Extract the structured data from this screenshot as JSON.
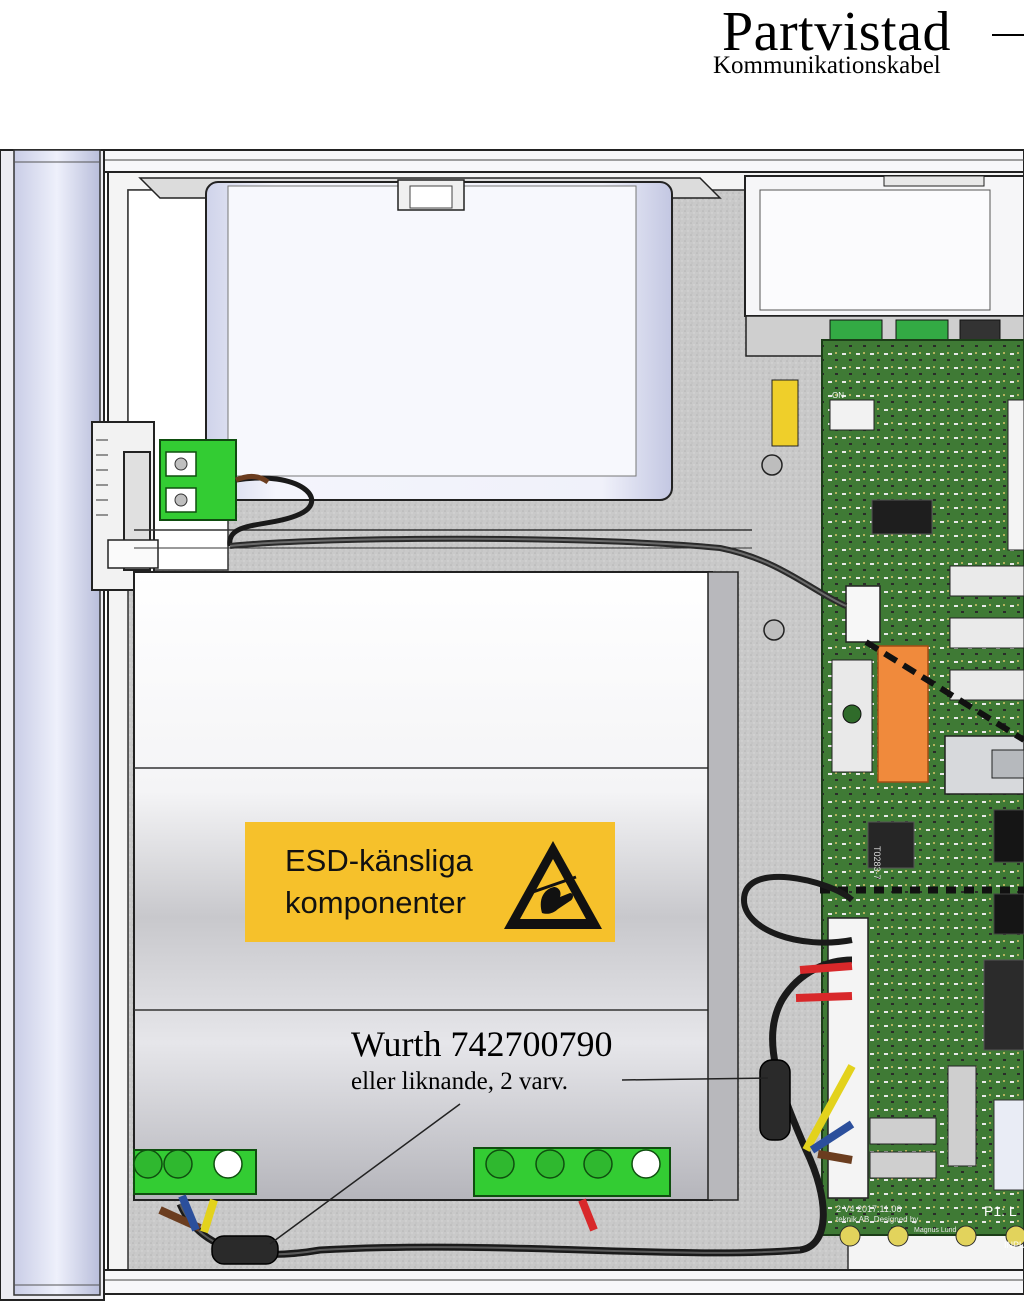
{
  "header": {
    "title": "Partvistad",
    "subtitle": "Kommunikationskabel"
  },
  "esd_label": {
    "line1": "ESD-känsliga",
    "line2": "komponenter"
  },
  "annotation": {
    "part_number": "Wurth 742700790",
    "note": "eller liknande, 2 varv."
  },
  "pcb_text": {
    "chip_label": "T0283-7",
    "board_info_1": "2 V4 2017.11.06",
    "board_info_2": "teknik AB. Designed by",
    "board_info_3": "Magnus Lund",
    "port_label": "P1: L",
    "input_label": "INPU",
    "dip_label": "ON"
  },
  "colors": {
    "pcb": "#3f7a35",
    "pcb_dark": "#2e5f28",
    "connector_green": "#33cc33",
    "esd_yellow": "#f6c12b",
    "relay_orange": "#f08a3c",
    "wire_black": "#1a1a1a",
    "wire_red": "#d8282a",
    "wire_brown": "#6b3d1f",
    "wire_blue": "#2b4f9c",
    "wire_yellow": "#e3d21c"
  }
}
